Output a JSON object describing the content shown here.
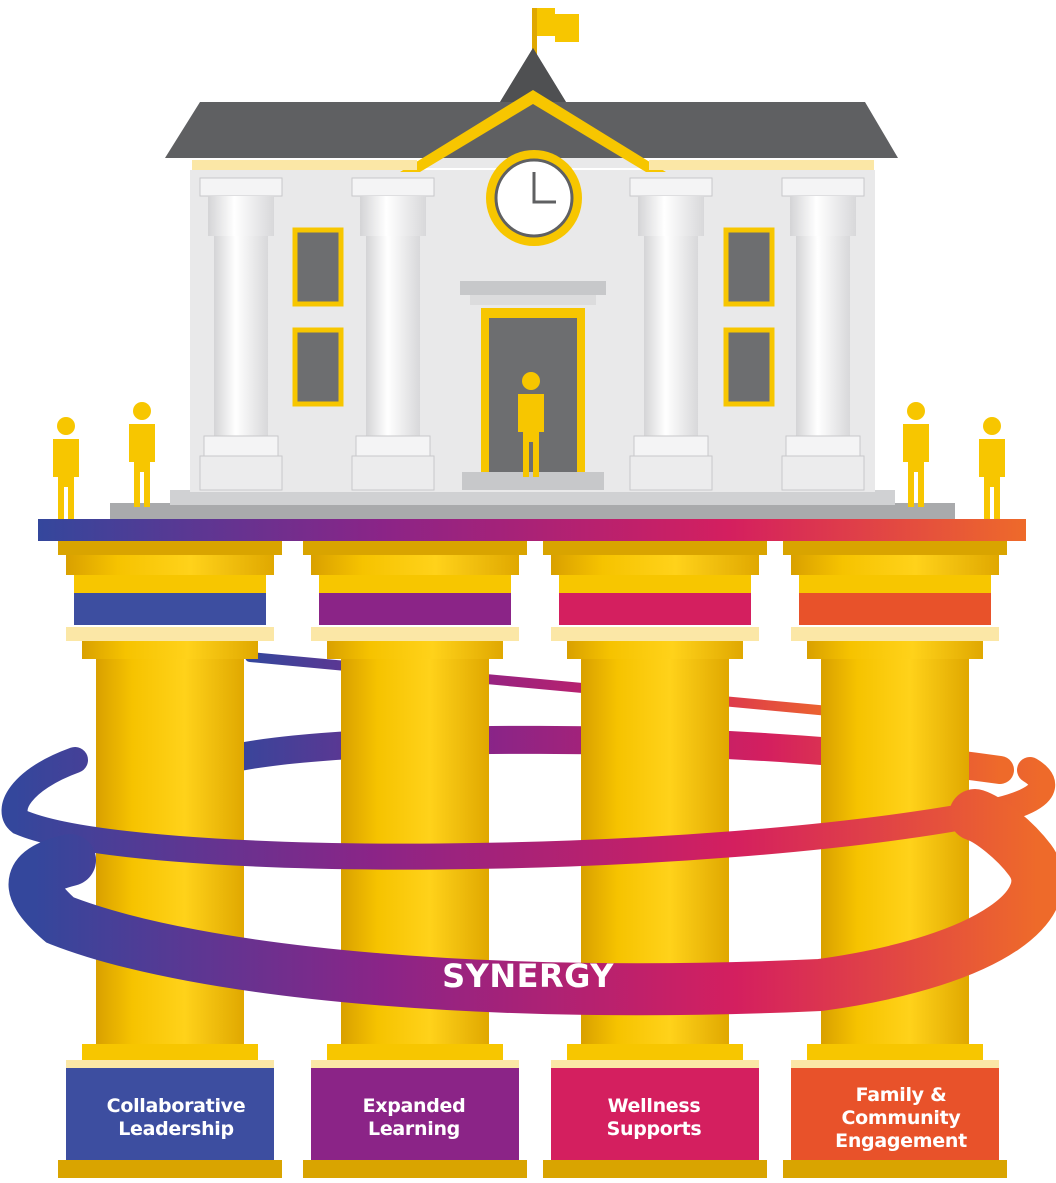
{
  "synergy_label": "SYNERGY",
  "pillars": [
    {
      "label": "Collaborative\nLeadership",
      "color": "#3d4ea0"
    },
    {
      "label": "Expanded\nLearning",
      "color": "#8b2487"
    },
    {
      "label": "Wellness\nSupports",
      "color": "#d41f5f"
    },
    {
      "label": "Family &\nCommunity\nEngagement",
      "color": "#e8522a"
    }
  ],
  "colors": {
    "gold": "#f7c600",
    "gold_dark": "#d9a400",
    "cream": "#fbe7a6",
    "roof": "#5f6062",
    "building": "#e9e9ea",
    "window": "#6d6e70"
  }
}
